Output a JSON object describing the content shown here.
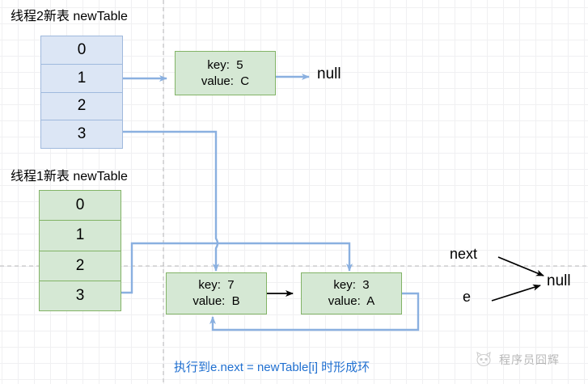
{
  "diagram": {
    "title_thread2": "线程2新表 newTable",
    "title_thread1": "线程1新表 newTable",
    "caption": "执行到e.next = newTable[i] 时形成环",
    "colors": {
      "blue_fill": "#dce6f5",
      "blue_stroke": "#9fb9dd",
      "green_fill": "#d5e8d4",
      "green_stroke": "#82b366",
      "edge_blue": "#8ab0e0",
      "edge_black": "#000000",
      "caption_blue": "#1f6fd0"
    }
  },
  "table_thread2": {
    "label": "线程2新表 newTable",
    "cells": [
      "0",
      "1",
      "2",
      "3"
    ]
  },
  "table_thread1": {
    "label": "线程1新表 newTable",
    "cells": [
      "0",
      "1",
      "2",
      "3"
    ]
  },
  "nodes": {
    "node_c": {
      "key": "key:  5",
      "value": "value:  C"
    },
    "node_b": {
      "key": "key:  7",
      "value": "value:  B"
    },
    "node_a": {
      "key": "key:  3",
      "value": "value:  A"
    }
  },
  "labels": {
    "null_top": "null",
    "null_right": "null",
    "next": "next",
    "e": "e"
  },
  "watermark": {
    "text": "程序员囧辉",
    "icon": "cat-logo-icon"
  }
}
